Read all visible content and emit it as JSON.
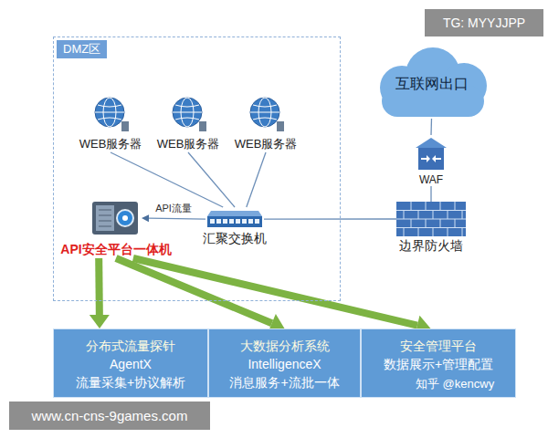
{
  "diagram": {
    "nodes": [
      {
        "text": [
          "DMZ区"
        ]
      },
      {
        "text": [
          "WEB服务器"
        ],
        "in": 0
      },
      {
        "text": [
          "WEB服务器"
        ],
        "in": 0
      },
      {
        "text": [
          "WEB服务器"
        ],
        "in": 0
      },
      {
        "text": [
          "API安全平台一体机"
        ],
        "in": 0
      },
      {
        "text": [
          "汇聚交换机"
        ],
        "in": 0
      },
      {
        "text": [
          "互联网出口"
        ]
      },
      {
        "text": [
          "WAF"
        ]
      },
      {
        "text": [
          "边界防火墙"
        ]
      },
      {
        "text": [
          "分布式流量探针",
          "AgentX",
          "流量采集+协议解析"
        ]
      },
      {
        "text": [
          "大数据分析系统",
          "IntelligenceX",
          "消息服务+流批一体"
        ]
      },
      {
        "text": [
          "安全管理平台",
          "数据展示+管理配置"
        ]
      }
    ],
    "edges": [
      {
        "from": 1,
        "to": 5,
        "arrow": "none"
      },
      {
        "from": 2,
        "to": 5,
        "arrow": "none"
      },
      {
        "from": 3,
        "to": 5,
        "arrow": "none"
      },
      {
        "from": 5,
        "to": 4,
        "label": "API流量",
        "arrow": "to"
      },
      {
        "from": 5,
        "to": 8,
        "arrow": "none"
      },
      {
        "from": 8,
        "to": 7,
        "arrow": "none"
      },
      {
        "from": 7,
        "to": 6,
        "arrow": "none"
      },
      {
        "from": 4,
        "to": 9,
        "arrow": "to"
      },
      {
        "from": 4,
        "to": 10,
        "arrow": "to"
      },
      {
        "from": 4,
        "to": 11,
        "arrow": "to"
      }
    ],
    "labels": [
      "TG: MYYJJPP",
      "www.cn-cns-9games.com",
      "知乎 @kencwy"
    ]
  }
}
